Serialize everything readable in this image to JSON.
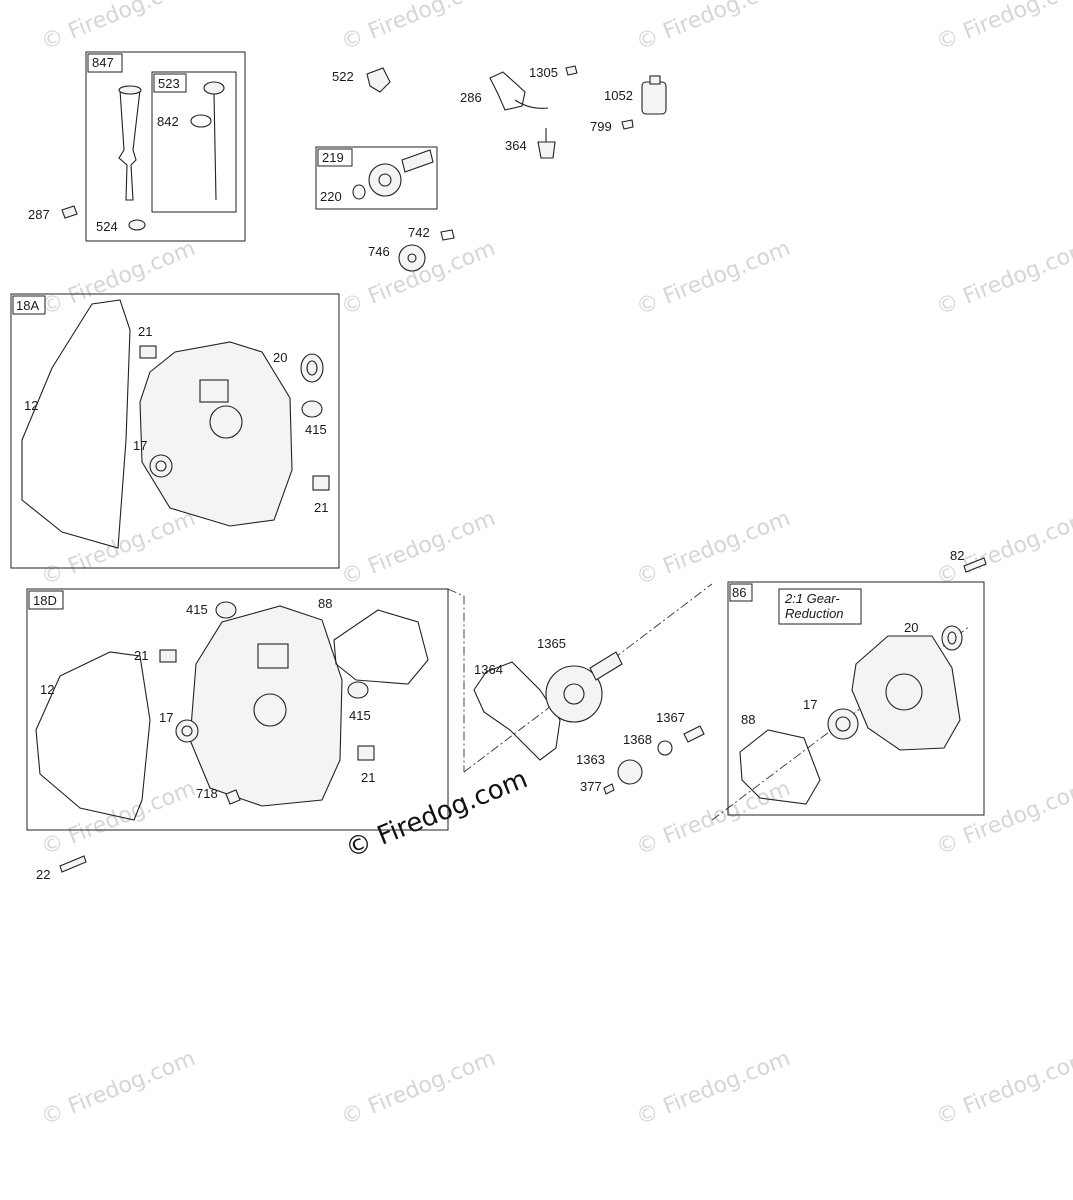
{
  "watermark": {
    "text": "© Firedog.com",
    "main_text": "© Firedog.com"
  },
  "groups": {
    "g847": {
      "id": "847"
    },
    "g523": {
      "id": "523"
    },
    "g219": {
      "id": "219"
    },
    "g18A": {
      "id": "18A"
    },
    "g18D": {
      "id": "18D"
    },
    "g86": {
      "id": "86",
      "note_line1": "2:1  Gear-",
      "note_line2": "Reduction"
    }
  },
  "labels": {
    "p522": "522",
    "p1305": "1305",
    "p286": "286",
    "p1052": "1052",
    "p799": "799",
    "p364": "364",
    "p842": "842",
    "p287": "287",
    "p524": "524",
    "p220": "220",
    "p742": "742",
    "p746": "746",
    "a21_top": "21",
    "a20": "20",
    "a12": "12",
    "a415": "415",
    "a17": "17",
    "a21_bot": "21",
    "p82": "82",
    "d415_top": "415",
    "d88": "88",
    "d21_top": "21",
    "d12": "12",
    "d17": "17",
    "d415_bot": "415",
    "d21_bot": "21",
    "d718": "718",
    "p22": "22",
    "p1365": "1365",
    "p1364": "1364",
    "p1367": "1367",
    "p1368": "1368",
    "p1363": "1363",
    "p377": "377",
    "g20": "20",
    "g17": "17",
    "g88": "88"
  }
}
